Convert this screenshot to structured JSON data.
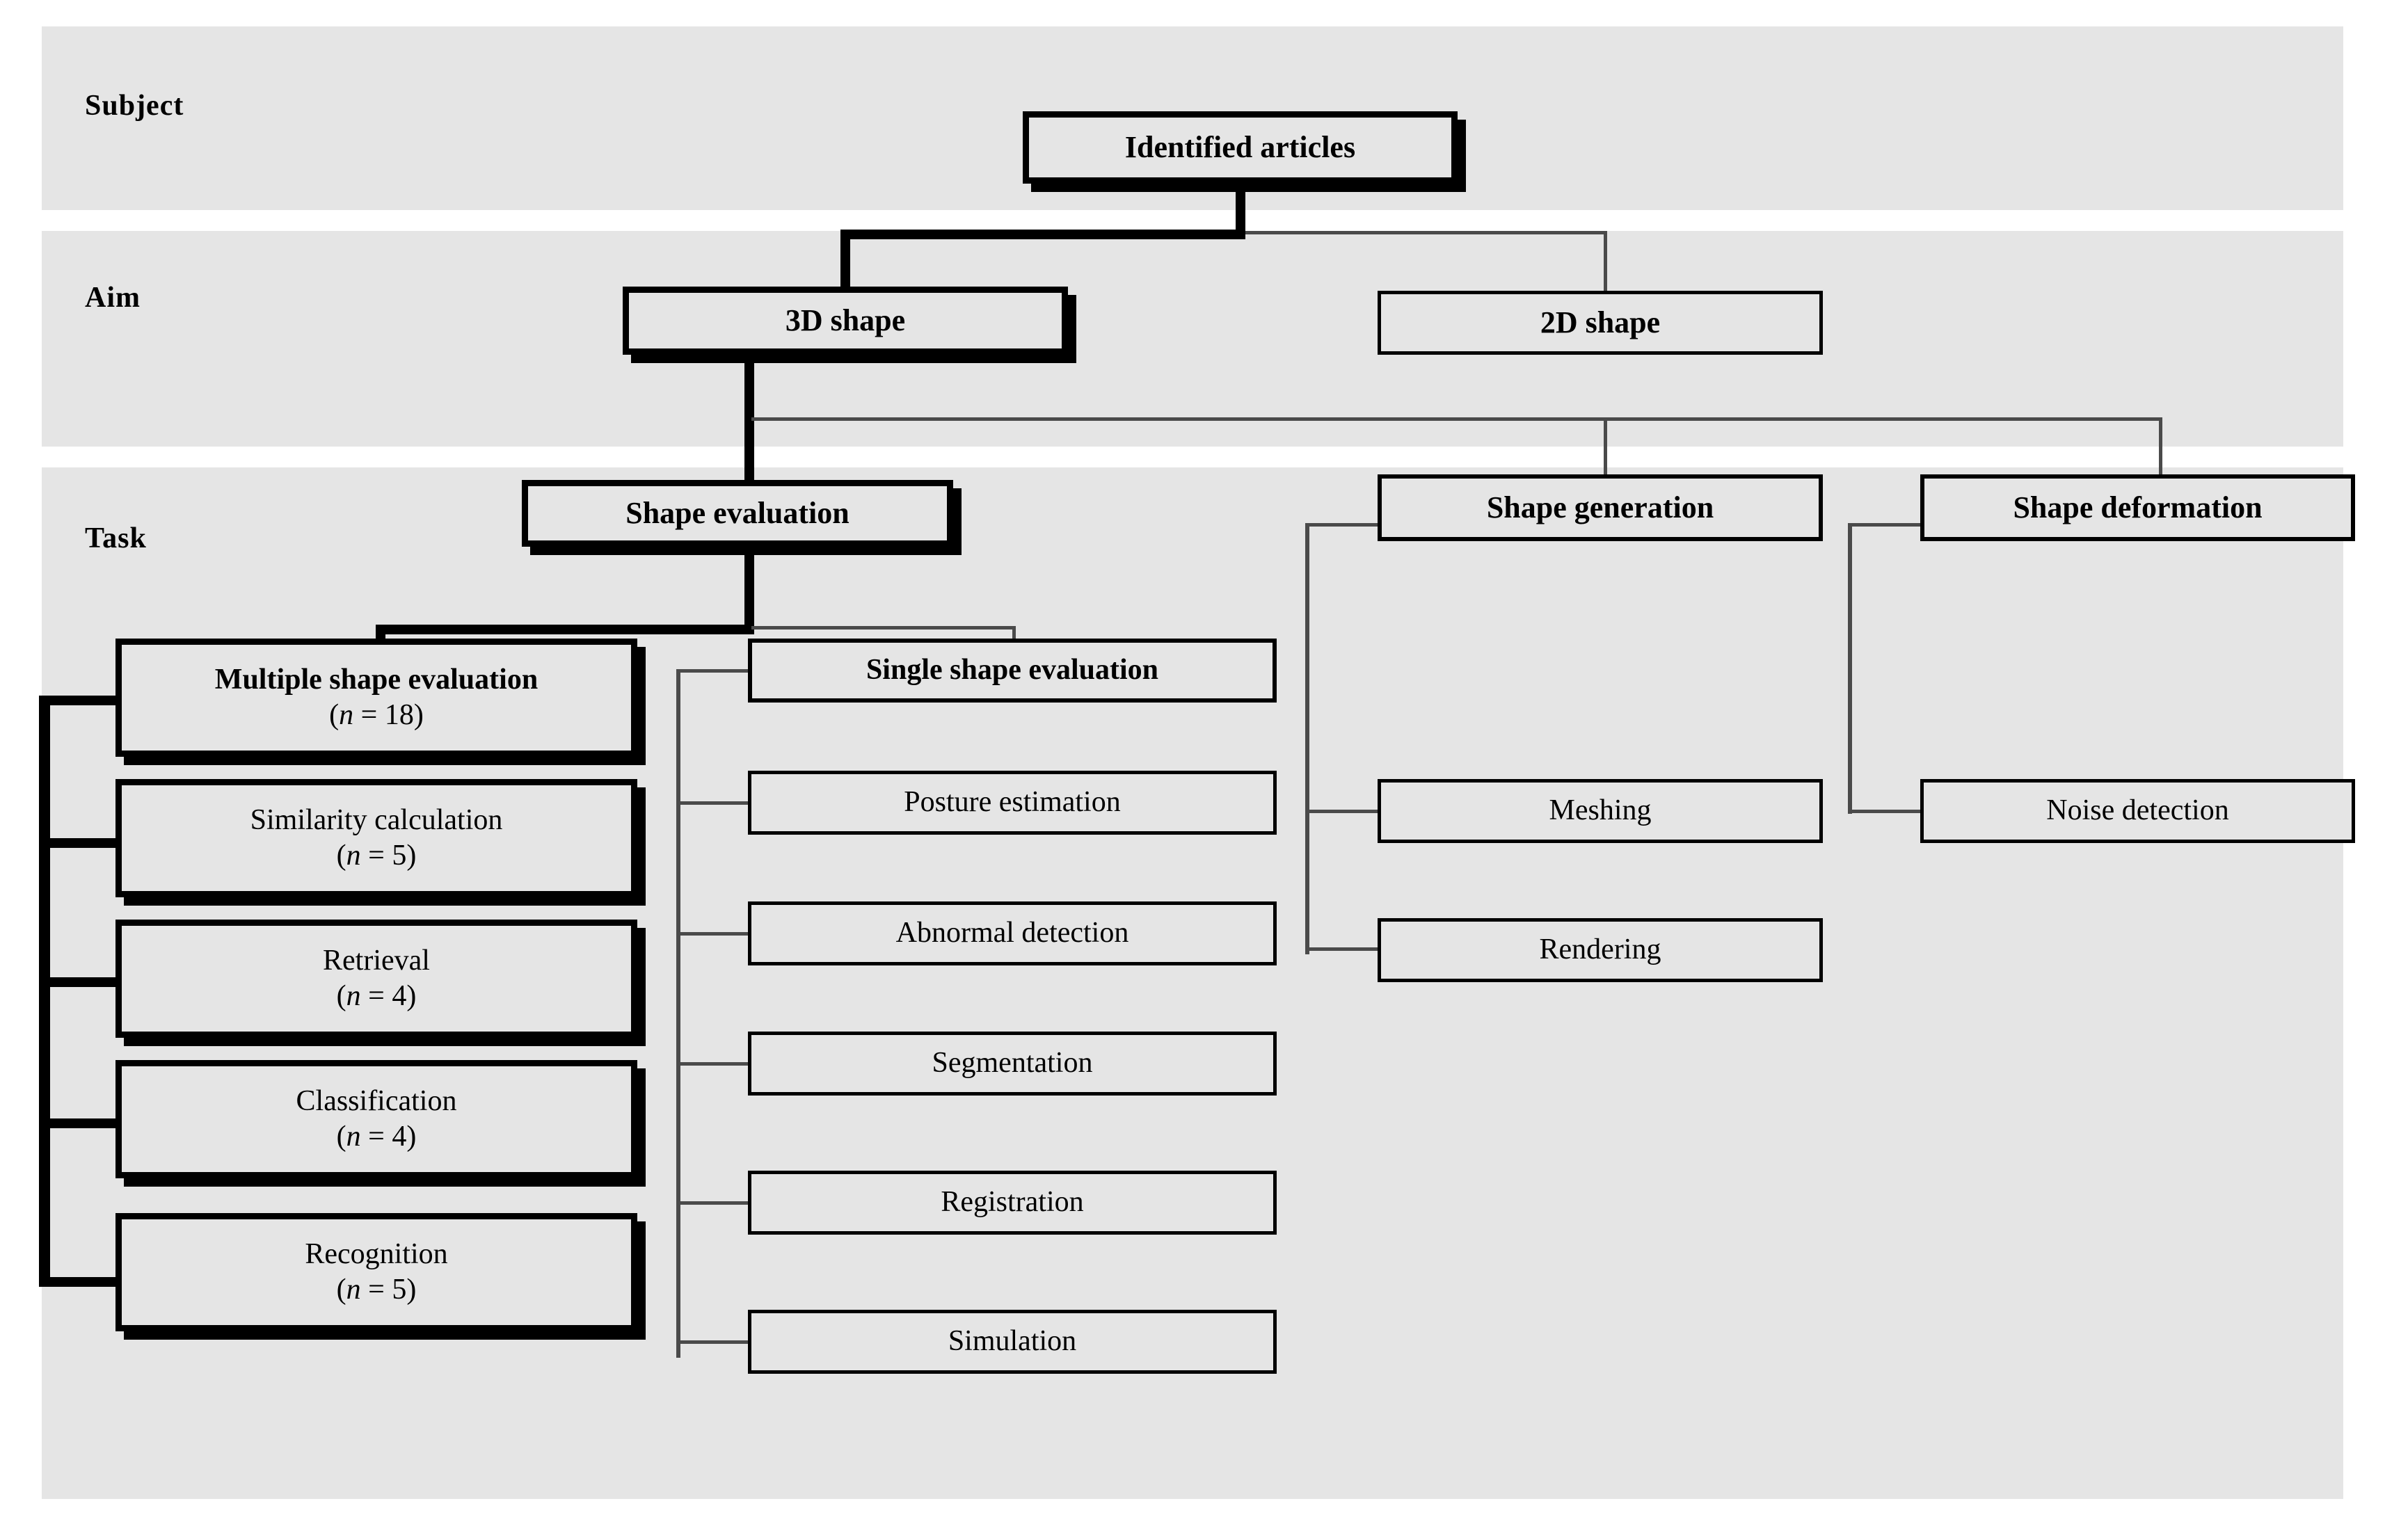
{
  "figure": {
    "type": "hierarchical-tree-diagram",
    "background": "#ffffff",
    "band_color": "#e5e5e5",
    "line_color": "#000000"
  },
  "bands": [
    {
      "id": "subject",
      "label": "Subject"
    },
    {
      "id": "aim",
      "label": "Aim"
    },
    {
      "id": "task",
      "label": "Task"
    }
  ],
  "nodes": {
    "root": {
      "label": "Identified articles",
      "level": "Subject",
      "emphasis": "heavy"
    },
    "aim": [
      {
        "label": "3D shape",
        "emphasis": "heavy"
      },
      {
        "label": "2D shape",
        "emphasis": "normal"
      }
    ],
    "task_top": [
      {
        "label": "Shape evaluation",
        "emphasis": "heavy"
      },
      {
        "label": "Shape generation",
        "emphasis": "bold-medium"
      },
      {
        "label": "Shape deformation",
        "emphasis": "bold-medium"
      }
    ],
    "multiple_shape_evaluation": [
      {
        "label": "Multiple shape evaluation",
        "count_text": "(n = 18)",
        "n": 18,
        "emphasis": "heavy"
      },
      {
        "label": "Similarity calculation",
        "count_text": "(n = 5)",
        "n": 5,
        "emphasis": "heavy"
      },
      {
        "label": "Retrieval",
        "count_text": "(n = 4)",
        "n": 4,
        "emphasis": "heavy"
      },
      {
        "label": "Classification",
        "count_text": "(n = 4)",
        "n": 4,
        "emphasis": "heavy"
      },
      {
        "label": "Recognition",
        "count_text": "(n = 5)",
        "n": 5,
        "emphasis": "heavy"
      }
    ],
    "single_shape_evaluation": [
      {
        "label": "Single shape evaluation",
        "emphasis": "bold-medium"
      },
      {
        "label": "Posture estimation",
        "emphasis": "normal"
      },
      {
        "label": "Abnormal detection",
        "emphasis": "normal"
      },
      {
        "label": "Segmentation",
        "emphasis": "normal"
      },
      {
        "label": "Registration",
        "emphasis": "normal"
      },
      {
        "label": "Simulation",
        "emphasis": "normal"
      }
    ],
    "shape_generation_children": [
      {
        "label": "Meshing",
        "emphasis": "normal"
      },
      {
        "label": "Rendering",
        "emphasis": "normal"
      }
    ],
    "shape_deformation_children": [
      {
        "label": "Noise detection",
        "emphasis": "normal"
      }
    ]
  },
  "edges": [
    {
      "from": "Identified articles",
      "to": "3D shape",
      "weight": "thick"
    },
    {
      "from": "Identified articles",
      "to": "2D shape",
      "weight": "thin"
    },
    {
      "from": "3D shape",
      "to": "Shape evaluation",
      "weight": "thick"
    },
    {
      "from": "3D shape",
      "to": "Shape generation",
      "weight": "thin"
    },
    {
      "from": "3D shape",
      "to": "Shape deformation",
      "weight": "thin"
    },
    {
      "from": "Shape evaluation",
      "to": "Multiple shape evaluation",
      "weight": "thick"
    },
    {
      "from": "Shape evaluation",
      "to": "Single shape evaluation",
      "weight": "thin"
    },
    {
      "from": "Multiple shape evaluation",
      "to": "Similarity calculation",
      "weight": "thick"
    },
    {
      "from": "Multiple shape evaluation",
      "to": "Retrieval",
      "weight": "thick"
    },
    {
      "from": "Multiple shape evaluation",
      "to": "Classification",
      "weight": "thick"
    },
    {
      "from": "Multiple shape evaluation",
      "to": "Recognition",
      "weight": "thick"
    },
    {
      "from": "Single shape evaluation",
      "to": "Posture estimation",
      "weight": "thin"
    },
    {
      "from": "Single shape evaluation",
      "to": "Abnormal detection",
      "weight": "thin"
    },
    {
      "from": "Single shape evaluation",
      "to": "Segmentation",
      "weight": "thin"
    },
    {
      "from": "Single shape evaluation",
      "to": "Registration",
      "weight": "thin"
    },
    {
      "from": "Single shape evaluation",
      "to": "Simulation",
      "weight": "thin"
    },
    {
      "from": "Shape generation",
      "to": "Meshing",
      "weight": "thin"
    },
    {
      "from": "Shape generation",
      "to": "Rendering",
      "weight": "thin"
    },
    {
      "from": "Shape deformation",
      "to": "Noise detection",
      "weight": "thin"
    }
  ]
}
